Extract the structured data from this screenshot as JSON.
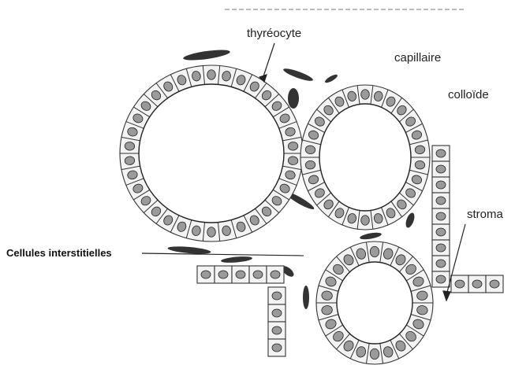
{
  "labels": {
    "thyreocyte": "thyréocyte",
    "capillaire": "capillaire",
    "colloide": "colloïde",
    "stroma": "stroma",
    "cellules_interstitielles": "Cellules interstitielles"
  },
  "colors": {
    "ink": "#222222",
    "cell_fill": "#f3f3f3",
    "nucleus": "#9a9a9a",
    "background": "#ffffff"
  }
}
